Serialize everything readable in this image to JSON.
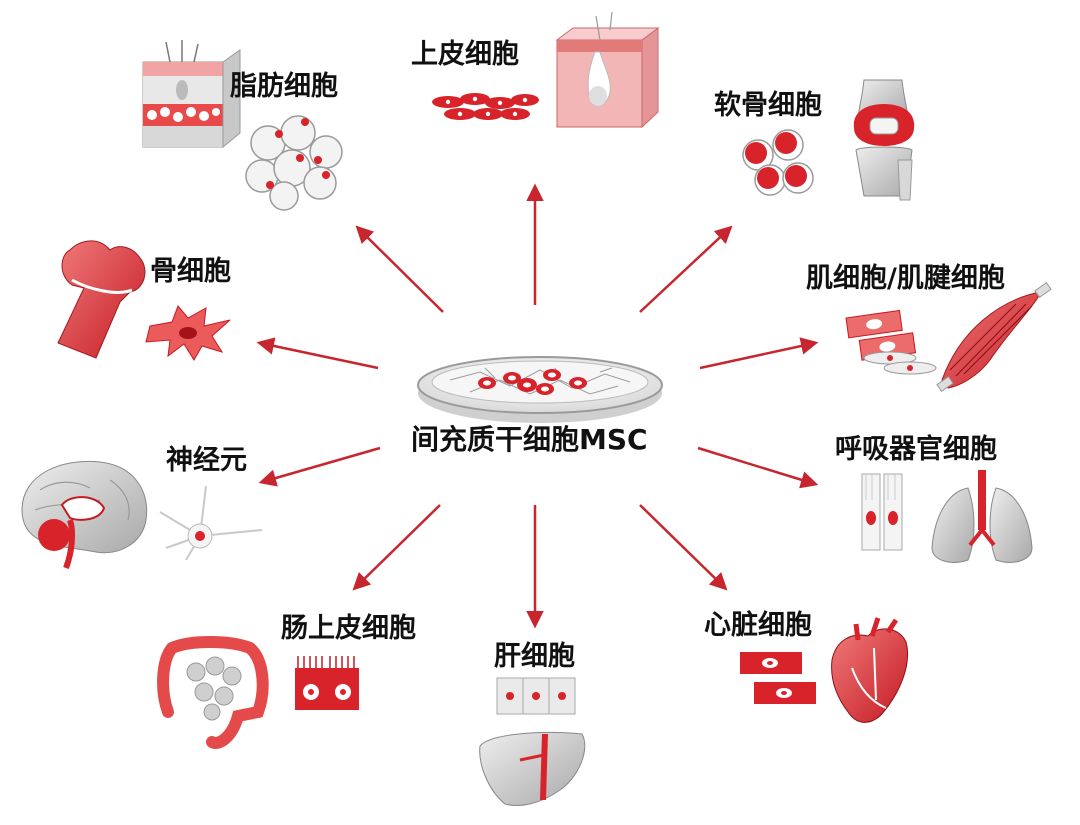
{
  "center": {
    "label": "间充质干细胞MSC"
  },
  "targets": {
    "adipocyte": "脂肪细胞",
    "epithelial": "上皮细胞",
    "chondrocyte": "软骨细胞",
    "osteocyte": "骨细胞",
    "muscle_tendon": "肌细胞/肌腱细胞",
    "neuron": "神经元",
    "respiratory": "呼吸器官细胞",
    "intestinal": "肠上皮细胞",
    "hepatocyte": "肝细胞",
    "cardiomyocyte": "心脏细胞"
  },
  "colors": {
    "accent": "#d8232a",
    "arrow": "#c8262e",
    "gray": "#bdbdbd"
  }
}
